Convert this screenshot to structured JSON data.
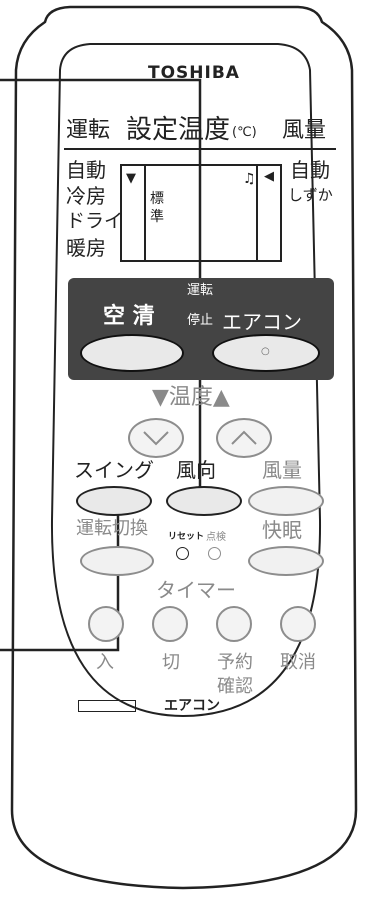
{
  "brand": "TOSHIBA",
  "display": {
    "header_mode": "運転",
    "header_temp": "設定温度",
    "header_unit": "(℃)",
    "header_fan": "風量",
    "modes": [
      "自動",
      "冷房",
      "ドライ",
      "暖房"
    ],
    "fan_modes": [
      "自動",
      "しずか"
    ],
    "vertical_label": [
      "標",
      "準"
    ]
  },
  "panel": {
    "clean_label": "空 清",
    "run_stop_label": [
      "運転",
      "停止"
    ],
    "aircon_label": "エアコン",
    "aircon_dot": "○"
  },
  "temperature": {
    "label": "▼温度▲"
  },
  "row1": {
    "swing_label": "スイング",
    "direction_label": "風向",
    "fan_label": "風量"
  },
  "row2": {
    "mode_switch_label": "運転切換",
    "reset_label": "リセット",
    "check_label": "点検",
    "sleep_label": "快眠"
  },
  "timer": {
    "label": "タイマー",
    "on_label": "入",
    "off_label": "切",
    "reserve_label": "予約",
    "confirm_label": "確認",
    "cancel_label": "取消"
  },
  "bottom_label": "エアコン",
  "colors": {
    "outline": "#222222",
    "panel_dark": "#444444",
    "button_fill": "#e9e9e9",
    "inactive_gray": "#8a8a8a"
  }
}
